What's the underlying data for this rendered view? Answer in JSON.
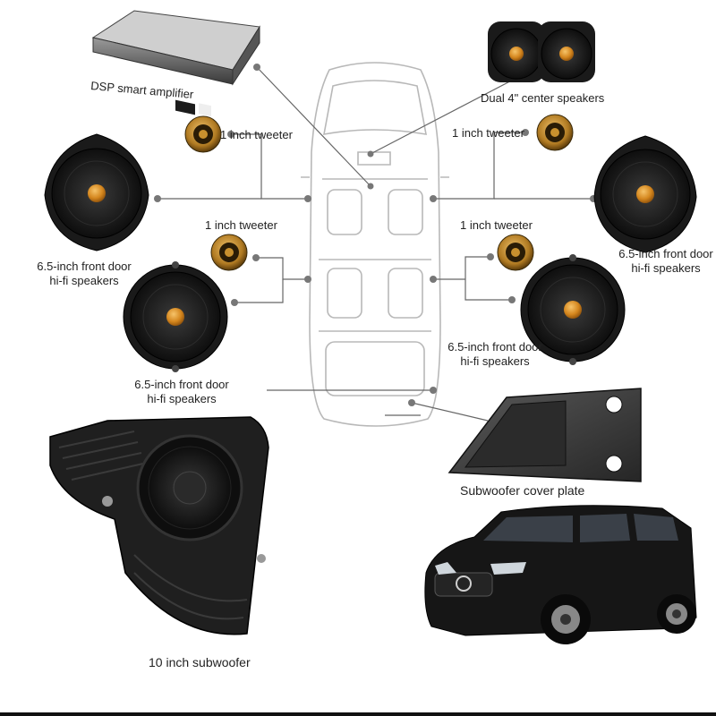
{
  "labels": {
    "dsp_amplifier": "DSP smart amplifier",
    "center_speakers": "Dual 4\" center speakers",
    "tweeter_top_left": "1 inch tweeter",
    "tweeter_top_right": "1 inch tweeter",
    "tweeter_mid_left": "1 inch tweeter",
    "tweeter_mid_right": "1 inch tweeter",
    "speaker_top_left": "6.5-inch front door hi-fi speakers",
    "speaker_top_right": "6.5-inch front door hi-fi speakers",
    "speaker_mid_left": "6.5-inch front door hi-fi speakers",
    "speaker_mid_right": "6.5-inch front door hi-fi speakers",
    "subwoofer_cover": "Subwoofer cover plate",
    "subwoofer": "10 inch subwoofer"
  },
  "colors": {
    "speaker_black": "#1a1a1a",
    "speaker_dome": "#d4861e",
    "tweeter_gold": "#c8902e",
    "leader_line": "#666666",
    "car_outline": "#b8b8b8",
    "van_body": "#161616"
  }
}
